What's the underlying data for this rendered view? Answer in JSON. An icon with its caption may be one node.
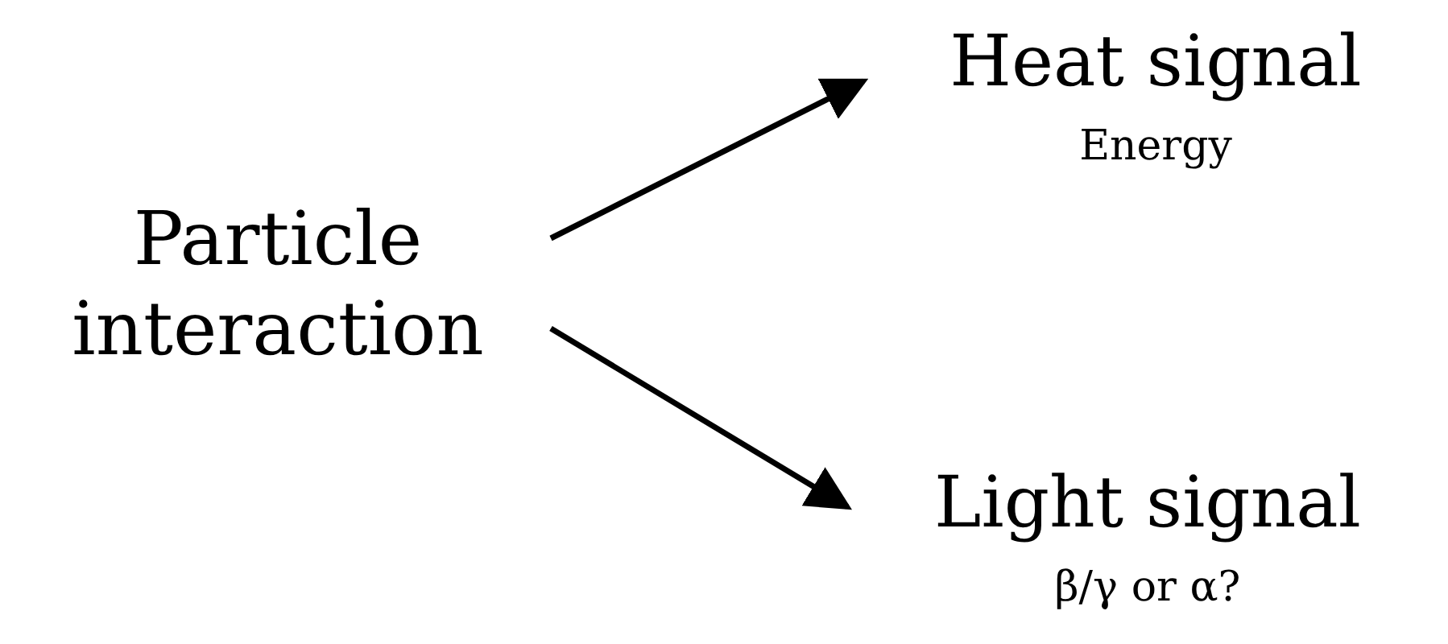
{
  "diagram": {
    "nodes": [
      {
        "text": [
          "Particle interaction"
        ]
      },
      {
        "text": [
          "Heat signal",
          "Energy"
        ]
      },
      {
        "text": [
          "Light signal",
          "β/γ or α?"
        ]
      }
    ],
    "edges": [
      {
        "from": 0,
        "to": 1,
        "arrow": "to"
      },
      {
        "from": 0,
        "to": 2,
        "arrow": "to"
      }
    ]
  }
}
